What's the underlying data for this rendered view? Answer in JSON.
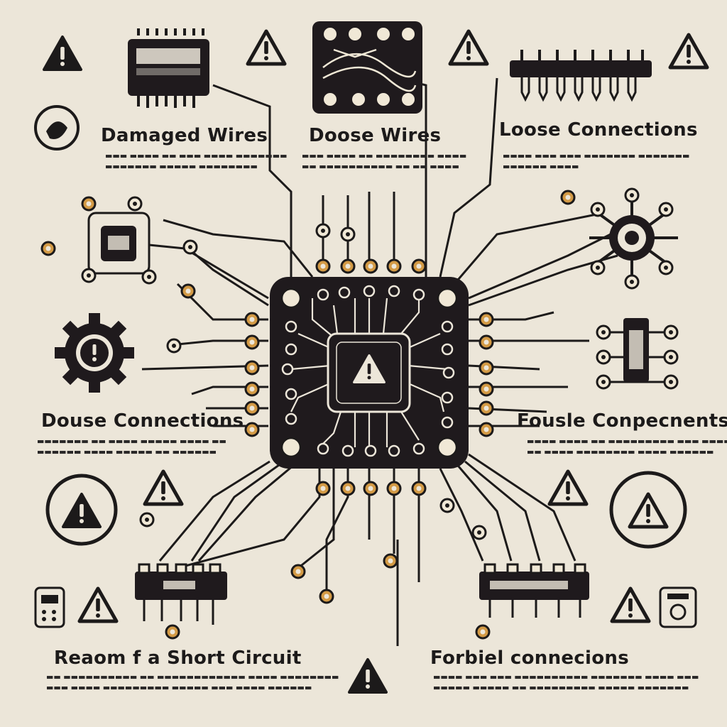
{
  "labels": {
    "damaged_wires": "Damaged Wires",
    "doose_wires": "Doose Wires",
    "loose_connections": "Loose Connections",
    "douse_connections": "Douse Connections",
    "fousle_conpecnents": "Fousle Conpecnents",
    "reaom_short_circuit": "Reaom f a Short Circuit",
    "forbiel_connecions": "Forbiel connecions"
  },
  "colors": {
    "background": "#ece6d9",
    "ink": "#1c1a1a",
    "chip": "#1f1a1d",
    "pad_gold": "#d39a45",
    "pad_light": "#f0e8d6"
  },
  "icons": {
    "warning": "warning-triangle-icon",
    "gear_warning": "gear-warning-icon",
    "magnifier": "magnifier-icon"
  }
}
